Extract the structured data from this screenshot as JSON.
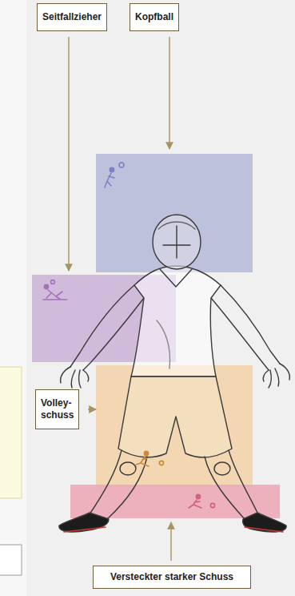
{
  "diagram": {
    "nodes": [
      {
        "text": [
          "Seitfallzieher"
        ]
      },
      {
        "text": [
          "Kopfball"
        ]
      },
      {
        "text": [
          "Volley- schuss"
        ]
      },
      {
        "text": [
          "Versteckter starker Schuss"
        ]
      }
    ]
  }
}
